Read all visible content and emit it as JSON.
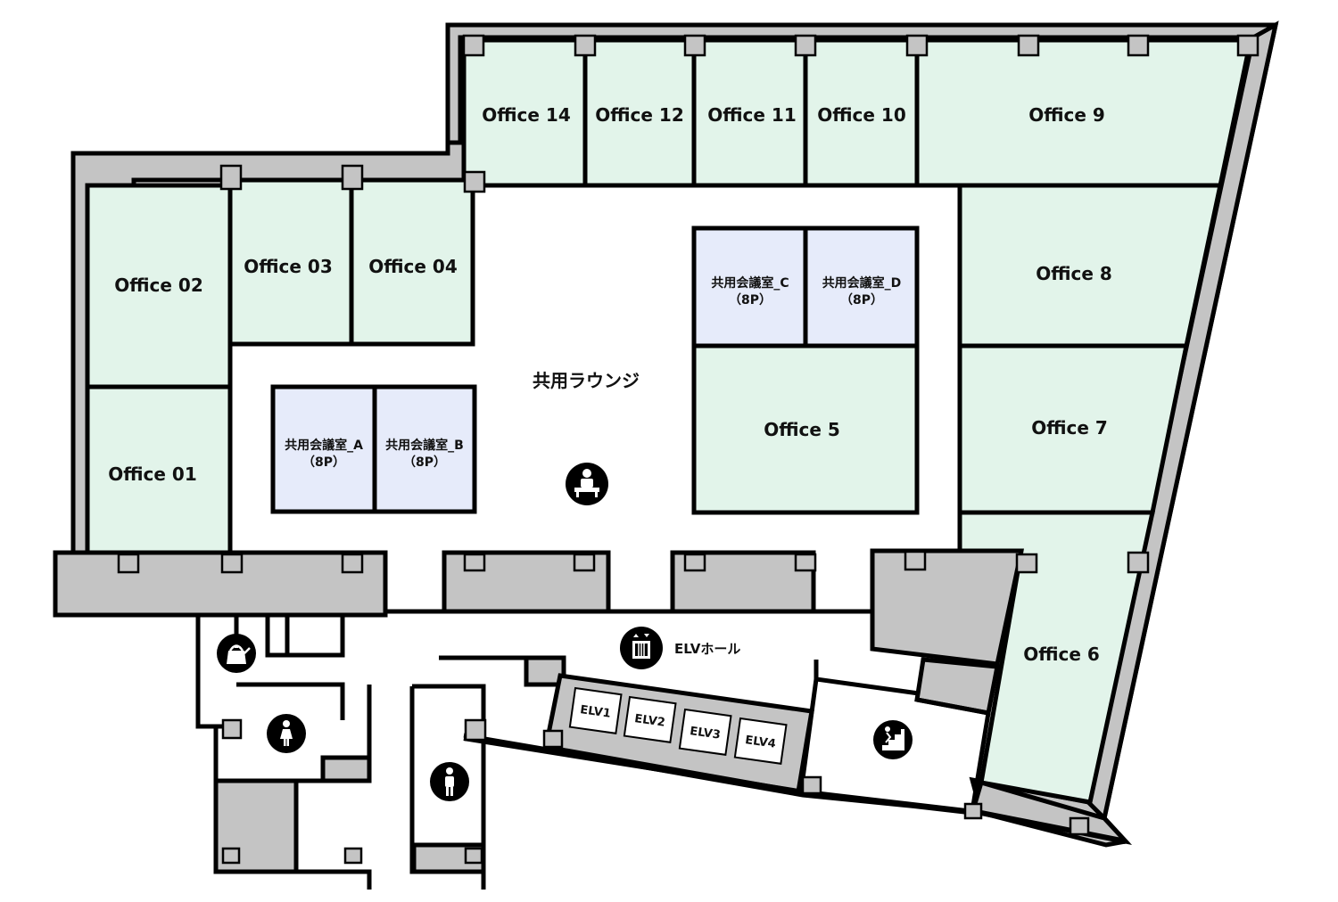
{
  "colors": {
    "wall": "#000000",
    "core": "#c4c4c4",
    "office": "#e2f4ea",
    "meeting": "#e6ebfa",
    "floor": "#ffffff",
    "icon": "#000000"
  },
  "rooms": {
    "office01": "Office 01",
    "office02": "Office 02",
    "office03": "Office 03",
    "office04": "Office 04",
    "office5": "Office 5",
    "office6": "Office 6",
    "office7": "Office 7",
    "office8": "Office 8",
    "office9": "Office 9",
    "office10": "Office 10",
    "office11": "Office 11",
    "office12": "Office 12",
    "office14": "Office 14"
  },
  "meeting_rooms": {
    "a": {
      "name": "共用会議室_A",
      "capacity": "（8P）"
    },
    "b": {
      "name": "共用会議室_B",
      "capacity": "（8P）"
    },
    "c": {
      "name": "共用会議室_C",
      "capacity": "（8P）"
    },
    "d": {
      "name": "共用会議室_D",
      "capacity": "（8P）"
    }
  },
  "areas": {
    "lounge": "共用ラウンジ",
    "elevator_hall": "ELVホール"
  },
  "elevators": [
    "ELV1",
    "ELV2",
    "ELV3",
    "ELV4"
  ],
  "icons": {
    "reception": "reception-desk-icon",
    "kitchen": "kettle-icon",
    "womens_restroom": "womens-restroom-icon",
    "mens_restroom": "mens-restroom-icon",
    "elevator": "elevator-icon",
    "stairs": "stairs-icon"
  }
}
